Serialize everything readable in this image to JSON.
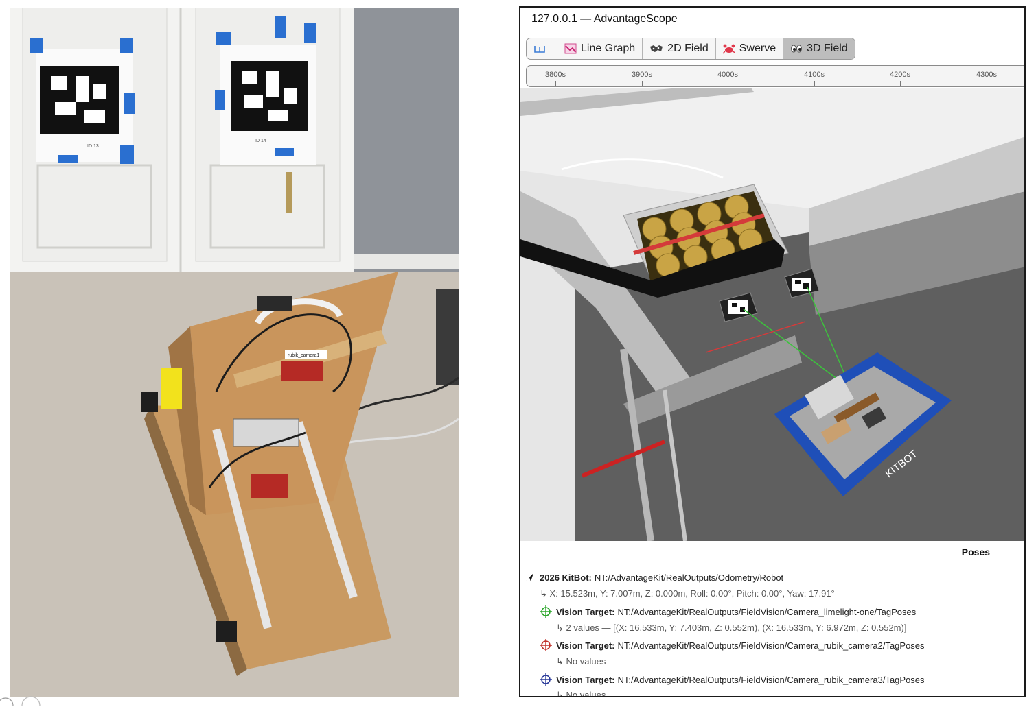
{
  "window": {
    "title": "127.0.0.1 — AdvantageScope"
  },
  "tabs": [
    {
      "label": "",
      "icon": "book-icon",
      "active": false
    },
    {
      "label": "Line Graph",
      "icon": "line-graph-icon",
      "active": false
    },
    {
      "label": "2D Field",
      "icon": "map-icon",
      "active": false
    },
    {
      "label": "Swerve",
      "icon": "crab-icon",
      "active": false
    },
    {
      "label": "3D Field",
      "icon": "eyes-icon",
      "active": true
    }
  ],
  "timeline": {
    "ticks": [
      "3800s",
      "3900s",
      "4000s",
      "4100s",
      "4200s",
      "4300s"
    ]
  },
  "field3d": {
    "robot_bumper_text": "KITBOT",
    "bumper_color": "#1f4fb8",
    "tag_line_color": "#3cc43c"
  },
  "poses": {
    "header": "Poses",
    "items": [
      {
        "name": "2026 KitBot:",
        "path": "NT:/AdvantageKit/RealOutputs/Odometry/Robot",
        "detail": "X: 15.523m, Y: 7.007m, Z: 0.000m, Roll: 0.00°, Pitch: 0.00°, Yaw: 17.91°",
        "icon": "arrow-icon",
        "color": "#111111"
      },
      {
        "name": "Vision Target:",
        "path": "NT:/AdvantageKit/RealOutputs/FieldVision/Camera_limelight-one/TagPoses",
        "detail": "2 values — [(X: 16.533m, Y: 7.403m, Z: 0.552m), (X: 16.533m, Y: 6.972m, Z: 0.552m)]",
        "icon": "crosshair-icon",
        "color": "#2aa52a"
      },
      {
        "name": "Vision Target:",
        "path": "NT:/AdvantageKit/RealOutputs/FieldVision/Camera_rubik_camera2/TagPoses",
        "detail": "No values",
        "icon": "crosshair-icon",
        "color": "#c0302a"
      },
      {
        "name": "Vision Target:",
        "path": "NT:/AdvantageKit/RealOutputs/FieldVision/Camera_rubik_camera3/TagPoses",
        "detail": "No values",
        "icon": "crosshair-icon",
        "color": "#2a3a9a"
      }
    ]
  },
  "photo": {
    "tag_label_left": "ID 13",
    "tag_label_right": "ID 14",
    "camera_label": "rubik_camera1",
    "wall_color": "#8f9399",
    "door_color": "#f3f3f1",
    "carpet_color": "#c9c2b8",
    "wood_color": "#c99a62"
  }
}
